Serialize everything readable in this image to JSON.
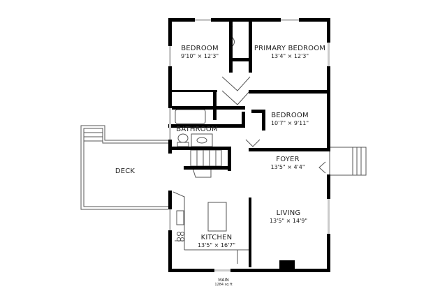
{
  "floor": {
    "name": "MAIN",
    "area": "1284 sq ft"
  },
  "rooms": [
    {
      "id": "bedroom-1",
      "name": "BEDROOM",
      "dims": "9'10\" × 12'3\""
    },
    {
      "id": "primary-bedroom",
      "name": "PRIMARY BEDROOM",
      "dims": "13'4\" × 12'3\""
    },
    {
      "id": "bedroom-2",
      "name": "BEDROOM",
      "dims": "10'7\" × 9'11\""
    },
    {
      "id": "bathroom",
      "name": "BATHROOM",
      "dims": ""
    },
    {
      "id": "foyer",
      "name": "FOYER",
      "dims": "13'5\" × 4'4\""
    },
    {
      "id": "deck",
      "name": "DECK",
      "dims": ""
    },
    {
      "id": "living",
      "name": "LIVING",
      "dims": "13'5\" × 14'9\""
    },
    {
      "id": "kitchen",
      "name": "KITCHEN",
      "dims": "13'5\" × 16'7\""
    }
  ],
  "colors": {
    "wall": "#000000",
    "line": "#555555",
    "window": "#bbbbbb",
    "background": "#ffffff"
  }
}
